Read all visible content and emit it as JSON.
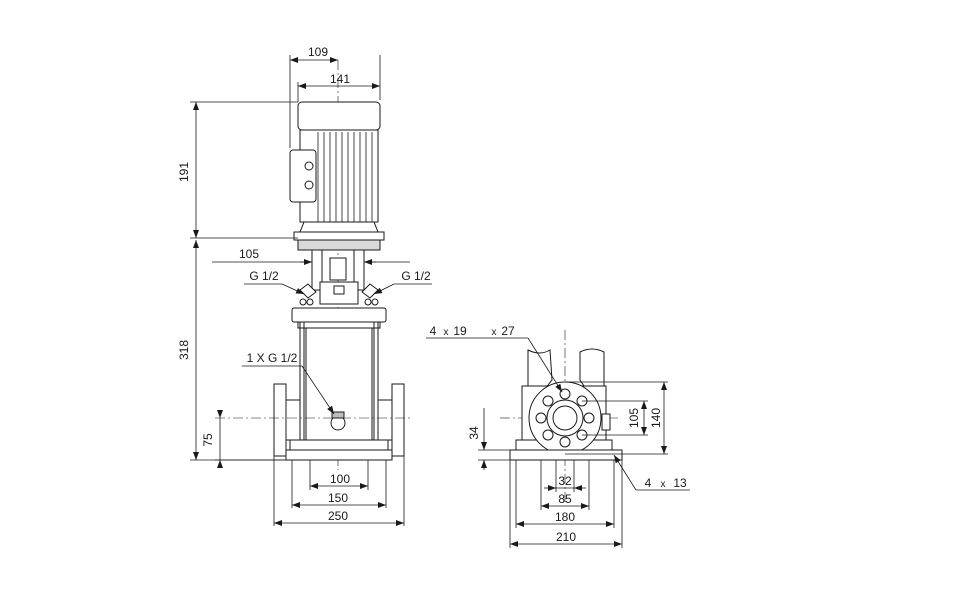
{
  "front_view": {
    "dims": {
      "d109": "109",
      "d141": "141",
      "d191": "191",
      "d318": "318",
      "d105": "105",
      "d75": "75",
      "d100": "100",
      "d150": "150",
      "d250": "250"
    },
    "labels": {
      "g_left": "G 1/2",
      "g_right": "G 1/2",
      "drain": "1 X G 1/2"
    }
  },
  "side_view": {
    "dims": {
      "d34": "34",
      "d105": "105",
      "d140": "140",
      "d32": "32",
      "d85": "85",
      "d180": "180",
      "d210": "210"
    },
    "labels": {
      "holes_count": "4",
      "holes_x": "x",
      "holes_d19": "19",
      "holes_x2": "x",
      "holes_d27": "27",
      "base_count": "4",
      "base_x": "x",
      "base_d13": "13"
    }
  }
}
